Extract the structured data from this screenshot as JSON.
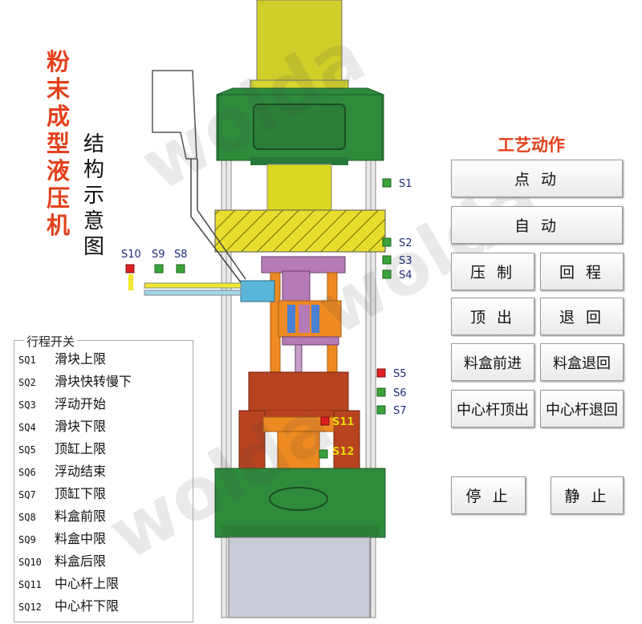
{
  "title_main": [
    "粉",
    "末",
    "成",
    "型",
    "液",
    "压",
    "机"
  ],
  "title_sub": [
    "结",
    "构",
    "示",
    "意",
    "图"
  ],
  "legend": {
    "title": "行程开关",
    "rows": [
      {
        "code": "SQ1",
        "label": "滑块上限"
      },
      {
        "code": "SQ2",
        "label": "滑块快转慢下"
      },
      {
        "code": "SQ3",
        "label": "浮动开始"
      },
      {
        "code": "SQ4",
        "label": "滑块下限"
      },
      {
        "code": "SQ5",
        "label": "顶缸上限"
      },
      {
        "code": "SQ6",
        "label": "浮动结束"
      },
      {
        "code": "SQ7",
        "label": "顶缸下限"
      },
      {
        "code": "SQ8",
        "label": "料盒前限"
      },
      {
        "code": "SQ9",
        "label": "料盒中限"
      },
      {
        "code": "SQ10",
        "label": "料盒后限"
      },
      {
        "code": "SQ11",
        "label": "中心杆上限"
      },
      {
        "code": "SQ12",
        "label": "中心杆下限"
      }
    ]
  },
  "sensors": {
    "s1": "S1",
    "s2": "S2",
    "s3": "S3",
    "s4": "S4",
    "s5": "S5",
    "s6": "S6",
    "s7": "S7",
    "s8": "S8",
    "s9": "S9",
    "s10": "S10",
    "s11": "S11",
    "s12": "S12"
  },
  "panel": {
    "title": "工艺动作",
    "jog": "点 动",
    "auto": "自 动",
    "press": "压 制",
    "return": "回 程",
    "eject": "顶 出",
    "retract": "退 回",
    "feeder_forward": "料盒前进",
    "feeder_back": "料盒退回",
    "core_up": "中心杆顶出",
    "core_back": "中心杆退回",
    "stop": "停 止",
    "halt": "静 止"
  },
  "colors": {
    "accent_red": "#e3421c",
    "frame_green": "#2e8b3c",
    "cylinder_yellow": "#cfcf2a",
    "punch_orange": "#ee8a22",
    "die_brown": "#b8431f",
    "rod_purple": "#b67ab6",
    "sensor_green": "#3aa43a",
    "sensor_red": "#e02020"
  }
}
